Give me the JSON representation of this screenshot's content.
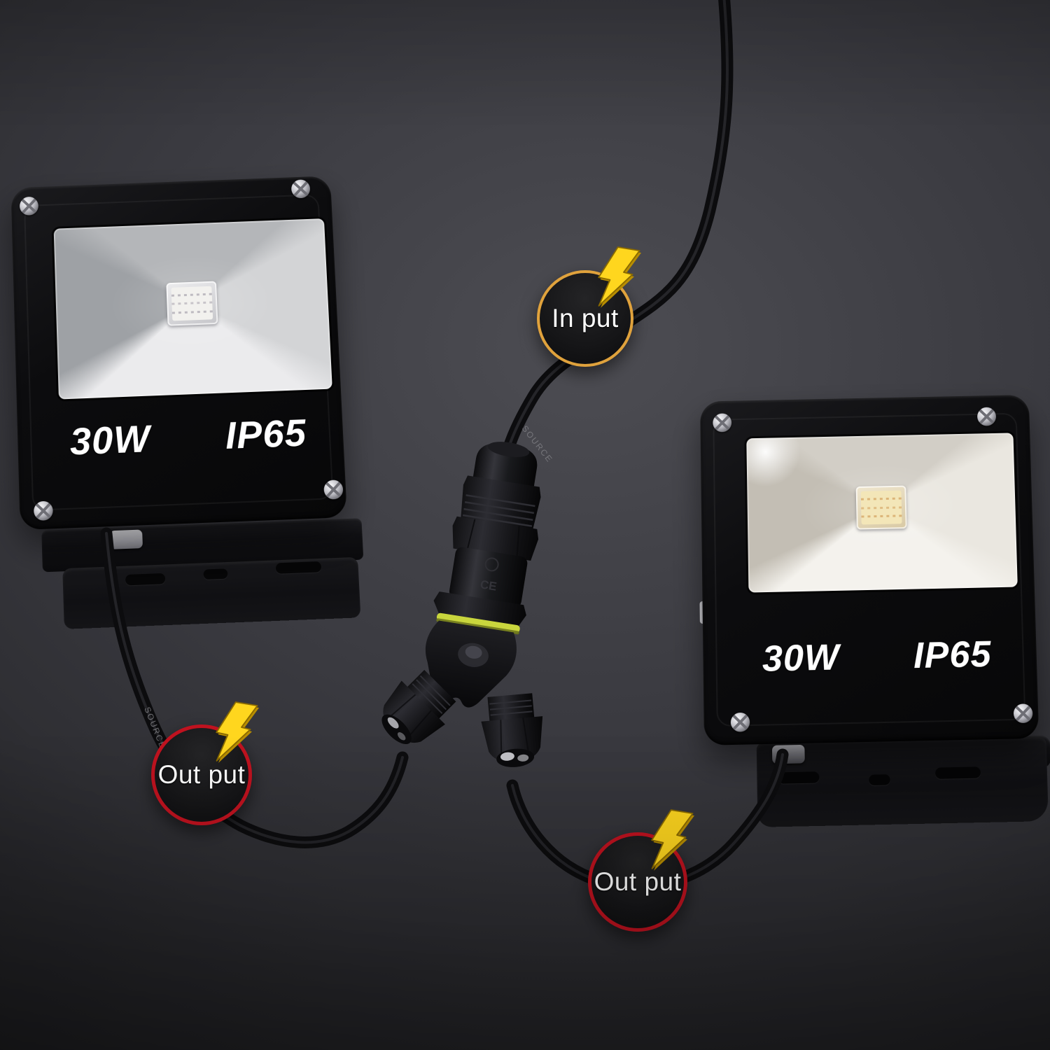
{
  "scene": {
    "type": "product-photo-of-led-floodlights-with-y-splitter",
    "background_colors": {
      "center": "#4d4d53",
      "mid": "#323238",
      "edge": "#1c1c1f"
    }
  },
  "floodlights": {
    "left": {
      "wattage_label": "30W",
      "rating_label": "IP65"
    },
    "right": {
      "wattage_label": "30W",
      "rating_label": "IP65"
    }
  },
  "connector": {
    "ce_mark": "CE",
    "seal_ring_color": "#c9d63d",
    "cable_print": "SOURCE"
  },
  "callouts": {
    "input": {
      "label": "In put",
      "border_color": "#e0a23c"
    },
    "output_left": {
      "label": "Out put",
      "border_color": "#c0121f"
    },
    "output_right": {
      "label": "Out put",
      "border_color": "#c0121f"
    }
  },
  "icons": {
    "lightning_bolt_color": "#ffd61e"
  }
}
